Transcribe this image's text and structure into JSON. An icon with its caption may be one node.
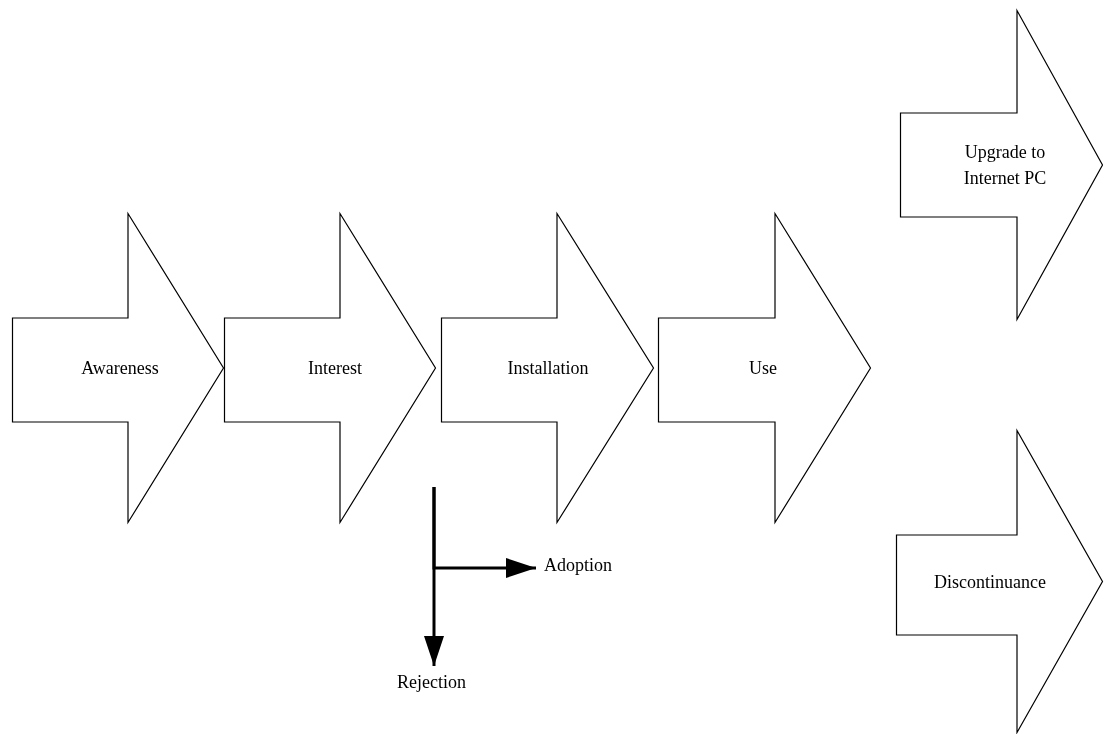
{
  "diagram": {
    "nodes": [
      {
        "text": [
          "Awareness"
        ]
      },
      {
        "text": [
          "Interest"
        ]
      },
      {
        "text": [
          "Installation"
        ]
      },
      {
        "text": [
          "Use"
        ]
      },
      {
        "text": [
          "Upgrade to Internet PC"
        ]
      },
      {
        "text": [
          "Discontinuance"
        ]
      },
      {
        "text": [
          "Adoption"
        ]
      },
      {
        "text": [
          "Rejection"
        ]
      }
    ],
    "edges": [
      {
        "from": null,
        "to": 6,
        "arrow": "to"
      },
      {
        "from": null,
        "to": 7,
        "arrow": "to"
      }
    ]
  }
}
